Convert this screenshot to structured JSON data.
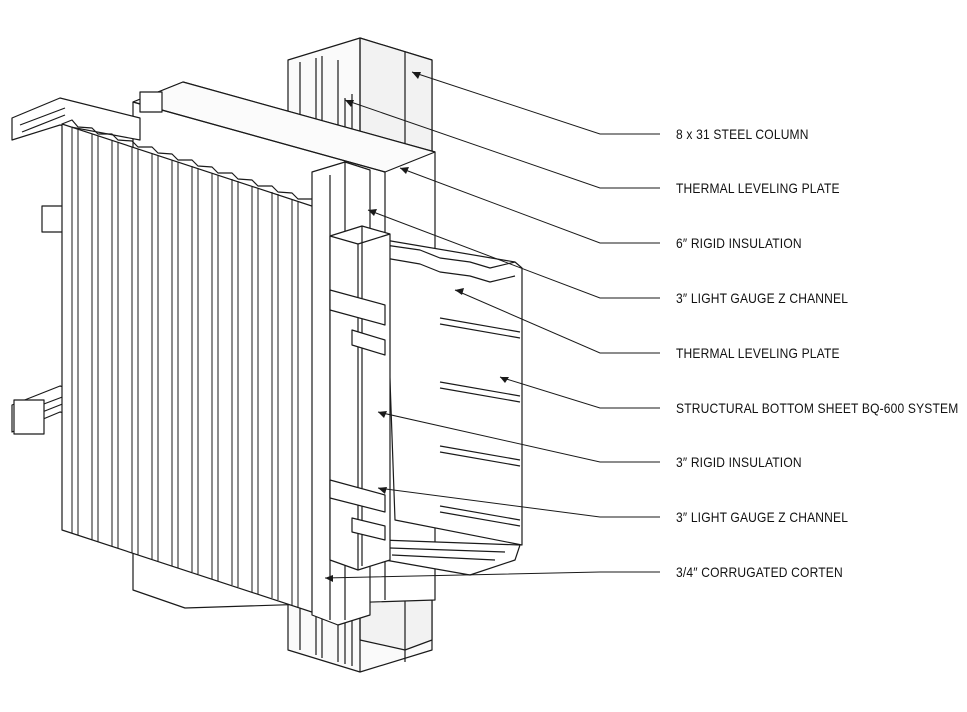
{
  "diagram": {
    "labels": [
      "8 x 31 STEEL COLUMN",
      "THERMAL LEVELING PLATE",
      "6″ RIGID INSULATION",
      "3″  LIGHT GAUGE Z CHANNEL",
      "THERMAL LEVELING PLATE",
      "STRUCTURAL BOTTOM SHEET BQ-600 SYSTEM",
      "3″ RIGID INSULATION",
      "3″  LIGHT GAUGE Z CHANNEL",
      "3/4″ CORRUGATED CORTEN"
    ]
  }
}
